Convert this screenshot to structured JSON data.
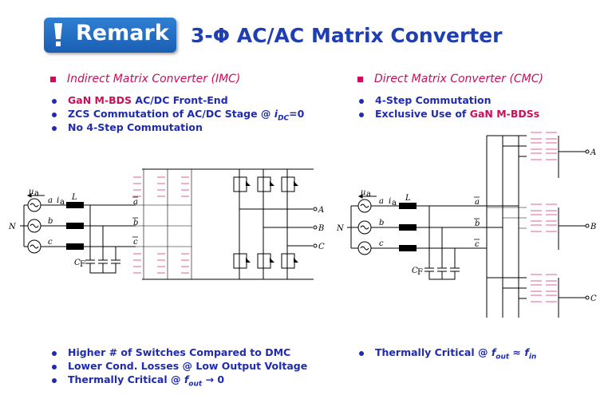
{
  "header": {
    "badge_label": "Remark",
    "title": "3-Φ AC/AC Matrix Converter"
  },
  "imc": {
    "heading": "Indirect Matrix Converter (IMC)",
    "bullets_top": [
      {
        "pre": "",
        "highlight": "GaN M-BDS",
        "post": " AC/DC Front-End"
      },
      {
        "pre": "ZCS Commutation of AC/DC Stage @ ",
        "var": "i",
        "sub": "DC",
        "post": "=0"
      },
      {
        "pre": "No 4-Step Commutation"
      }
    ],
    "bullets_bottom": [
      {
        "text": "Higher # of Switches Compared to DMC"
      },
      {
        "text": "Lower Cond. Losses @ Low Output Voltage"
      },
      {
        "pre": "Thermally Critical @ ",
        "var": "f",
        "sub": "out",
        "post": " → 0"
      }
    ]
  },
  "cmc": {
    "heading": "Direct Matrix Converter (CMC)",
    "bullets_top": [
      {
        "text": "4-Step Commutation"
      },
      {
        "pre": "Exclusive Use of ",
        "highlight": "GaN M-BDSs"
      }
    ],
    "bullets_bottom": [
      {
        "pre": "Thermally Critical @ ",
        "var": "f",
        "sub": "out",
        "mid": " ≈ ",
        "var2": "f",
        "sub2": "in"
      }
    ]
  },
  "circuit_labels": {
    "ua": "u",
    "ua_sub": "a",
    "ia": "i",
    "ia_sub": "a",
    "in_a": "a",
    "in_b": "b",
    "in_c": "c",
    "neutral": "N",
    "inductor": "L",
    "cap": "C",
    "cap_sub": "F",
    "bar_a": "a",
    "bar_b": "b",
    "bar_c": "c",
    "out_A": "A",
    "out_B": "B",
    "out_C": "C"
  }
}
